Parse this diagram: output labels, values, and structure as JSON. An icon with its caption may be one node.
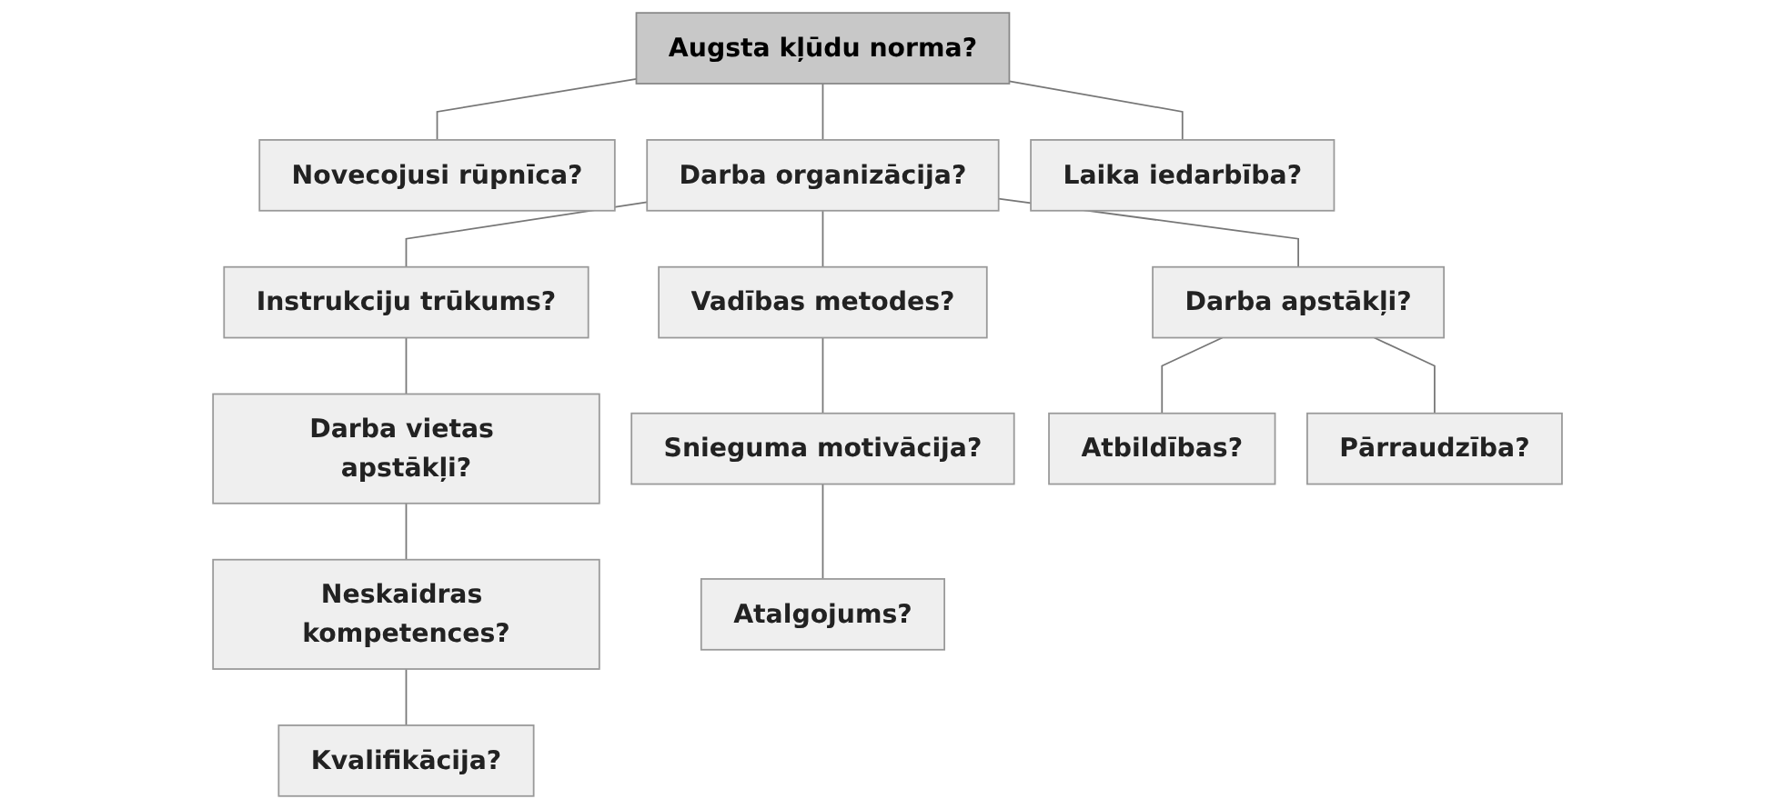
{
  "diagram": {
    "nodes": [
      {
        "text": [
          "Augsta kļūdu norma?"
        ]
      },
      {
        "text": [
          "Novecojusi rūpnīca?"
        ]
      },
      {
        "text": [
          "Darba organizācija?"
        ]
      },
      {
        "text": [
          "Laika iedarbība?"
        ]
      },
      {
        "text": [
          "Instrukciju trūkums?"
        ]
      },
      {
        "text": [
          "Vadības metodes?"
        ]
      },
      {
        "text": [
          "Darba vietas apstākļi?"
        ]
      },
      {
        "text": [
          "Darba apstākļi?"
        ]
      },
      {
        "text": [
          "Snieguma motivācija?"
        ]
      },
      {
        "text": [
          "Neskaidras kompetences?"
        ]
      },
      {
        "text": [
          "Atbildības?"
        ]
      },
      {
        "text": [
          "Atalgojums?"
        ]
      },
      {
        "text": [
          "Kvalifikācija?"
        ]
      },
      {
        "text": [
          "Pārraudzība?"
        ]
      }
    ],
    "edges": [
      {
        "from": 0,
        "to": 1,
        "arrow": "none"
      },
      {
        "from": 0,
        "to": 2,
        "arrow": "none"
      },
      {
        "from": 0,
        "to": 3,
        "arrow": "none"
      },
      {
        "from": 2,
        "to": 4,
        "arrow": "none"
      },
      {
        "from": 2,
        "to": 7,
        "arrow": "none"
      },
      {
        "from": 2,
        "to": 5,
        "arrow": "none"
      },
      {
        "from": 4,
        "to": 6,
        "arrow": "none"
      },
      {
        "from": 5,
        "to": 8,
        "arrow": "none"
      },
      {
        "from": 6,
        "to": 9,
        "arrow": "none"
      },
      {
        "from": 7,
        "to": 10,
        "arrow": "none"
      },
      {
        "from": 8,
        "to": 11,
        "arrow": "none"
      },
      {
        "from": 9,
        "to": 12,
        "arrow": "none"
      },
      {
        "from": 7,
        "to": 13,
        "arrow": "none"
      }
    ]
  }
}
